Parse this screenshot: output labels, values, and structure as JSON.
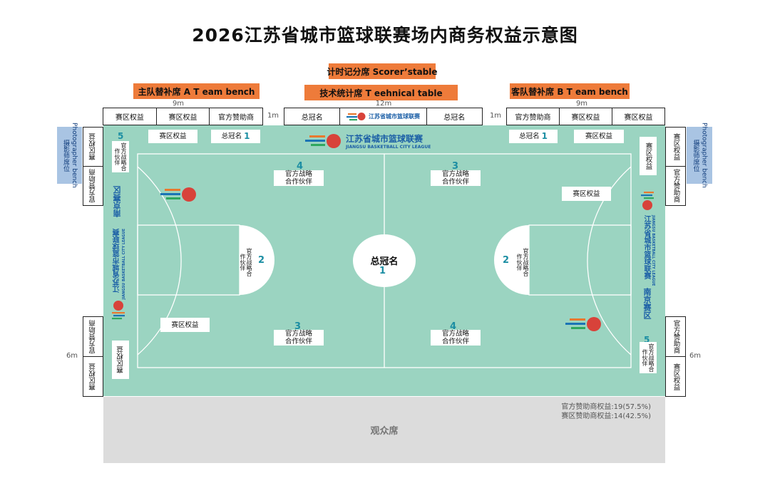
{
  "title": "2026江苏省城市篮球联赛场内商务权益示意图",
  "labels": {
    "scorer": "计时记分席 Scorer’stable",
    "home_bench": "主队替补席 A T eam bench",
    "tech_table": "技术统计席 T eehnical table",
    "away_bench": "客队替补席 B T eam bench",
    "photographer": "摄影师席位",
    "photographer_en": "Photographer bench",
    "audience": "观众席"
  },
  "dims": {
    "nine_m": "9m",
    "twelve_m": "12m",
    "one_m": "1m",
    "six_m": "6m"
  },
  "boxes": {
    "sai_qu": "赛区权益",
    "official_sponsor": "官方赞助商",
    "title_sponsor": "总冠名",
    "strategic_partner_l1": "官方战略",
    "strategic_partner_l2": "合作伙伴",
    "strategic_partner_vert": "官方战略合作伙伴"
  },
  "numbers": {
    "n1": "1",
    "n2": "2",
    "n3": "3",
    "n4": "4",
    "n5": "5"
  },
  "logo": {
    "cn": "江苏省城市篮球联赛",
    "en": "JIANGSU BASKETBALL CITY LEAGUE",
    "division": "南京赛区"
  },
  "stats": {
    "official": "官方赞助商权益:19(57.5%)",
    "division": "赛区赞助商权益:14(42.5%)"
  },
  "colors": {
    "court": "#9bd4c1",
    "orange": "#ee7b3a",
    "photo": "#a9c4e3",
    "number": "#1c8ea3",
    "audience": "#dcdcdc"
  }
}
